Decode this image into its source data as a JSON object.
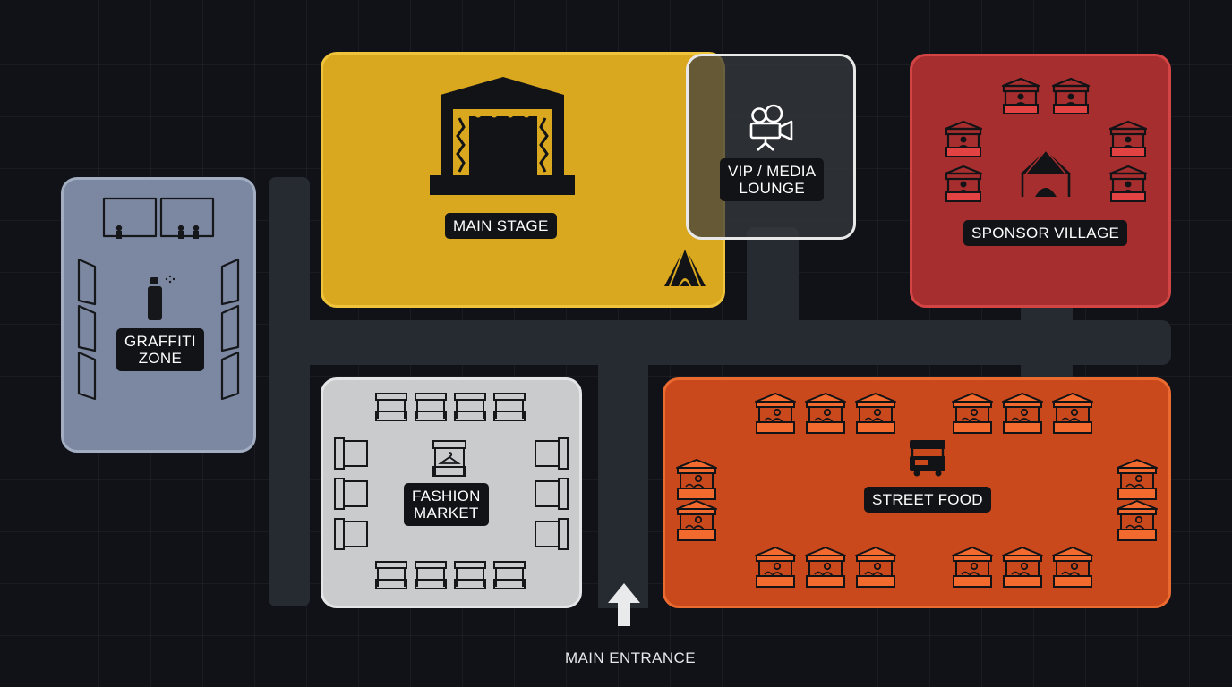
{
  "map": {
    "zones": {
      "main_stage": {
        "label": "MAIN STAGE",
        "color": "#d9a81e"
      },
      "vip_lounge": {
        "label_lines": [
          "VIP / MEDIA",
          "LOUNGE"
        ],
        "color": "#2c2f35"
      },
      "sponsor_village": {
        "label": "SPONSOR VILLAGE",
        "color": "#a72e2e"
      },
      "graffiti_zone": {
        "label_lines": [
          "GRAFFITI",
          "ZONE"
        ],
        "color": "#7c88a1"
      },
      "fashion_market": {
        "label_lines": [
          "FASHION",
          "MARKET"
        ],
        "color": "#c9cbcd"
      },
      "street_food": {
        "label": "STREET FOOD",
        "color": "#c9491c"
      }
    },
    "entrance": {
      "label": "MAIN ENTRANCE"
    }
  }
}
